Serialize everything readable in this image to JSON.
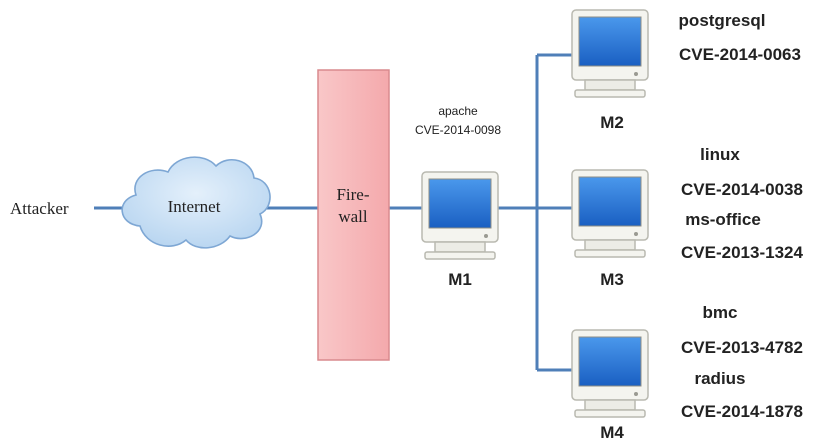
{
  "nodes": {
    "attacker": {
      "label": "Attacker"
    },
    "internet": {
      "label": "Internet"
    },
    "firewall": {
      "label_line1": "Fire-",
      "label_line2": "wall"
    },
    "m1": {
      "label": "M1",
      "service": "apache",
      "cve": "CVE-2014-0098"
    },
    "m2": {
      "label": "M2",
      "service": "postgresql",
      "cve": "CVE-2014-0063"
    },
    "m3": {
      "label": "M3",
      "service1": "linux",
      "cve1": "CVE-2014-0038",
      "service2": "ms-office",
      "cve2": "CVE-2013-1324"
    },
    "m4": {
      "label": "M4",
      "service1": "bmc",
      "cve1": "CVE-2013-4782",
      "service2": "radius",
      "cve2": "CVE-2014-1878"
    }
  },
  "colors": {
    "link": "#4f7fb8",
    "cloud_fill": "#c4dcf2",
    "cloud_stroke": "#7ea7d4",
    "firewall_fill": "#f7b9bb",
    "firewall_stroke": "#d98a8e",
    "screen": "#1e73d6",
    "bezel": "#f3f3ee"
  }
}
